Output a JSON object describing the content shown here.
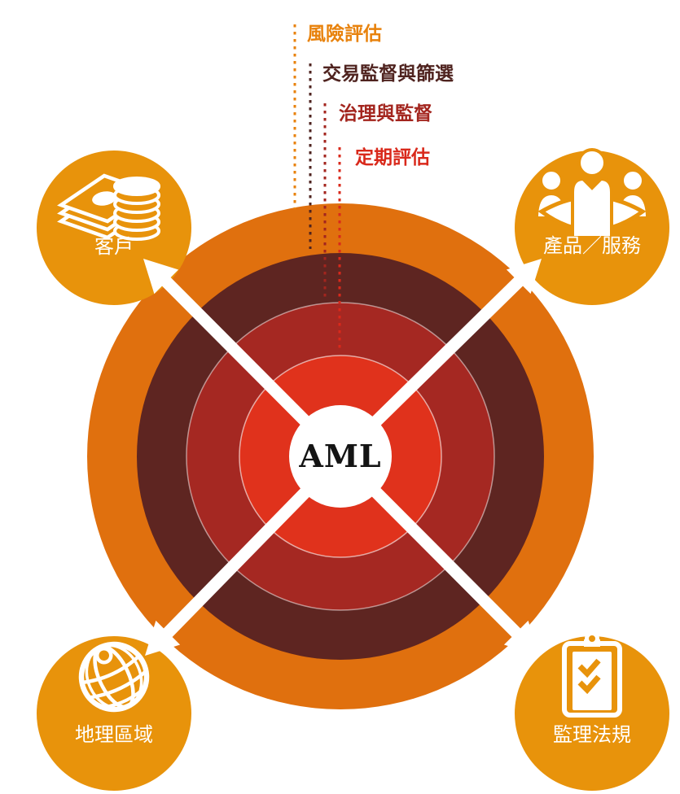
{
  "colors": {
    "background": "#FFFFFF",
    "node_orange": "#E8930B",
    "ring_outer": "#E0700E",
    "ring_2": "#5E2521",
    "ring_3": "#A52822",
    "ring_4": "#E0321C",
    "center_fill": "#FFFFFF",
    "center_text": "#141414",
    "arrow": "#FFFFFF",
    "node_label": "#FFFFFF"
  },
  "center": {
    "label": "AML"
  },
  "ring_labels": [
    {
      "label": "風險評估",
      "color": "#E8820C"
    },
    {
      "label": "交易監督與篩選",
      "color": "#4F231F"
    },
    {
      "label": "治理與監督",
      "color": "#A3251E"
    },
    {
      "label": "定期評估",
      "color": "#D9291B"
    }
  ],
  "nodes": [
    {
      "label": "客戶",
      "icon": "money-icon",
      "position": "top-left"
    },
    {
      "label": "產品／服務",
      "icon": "people-icon",
      "position": "top-right"
    },
    {
      "label": "地理區域",
      "icon": "globe-icon",
      "position": "bottom-left"
    },
    {
      "label": "監理法規",
      "icon": "clipboard-icon",
      "position": "bottom-right"
    }
  ]
}
